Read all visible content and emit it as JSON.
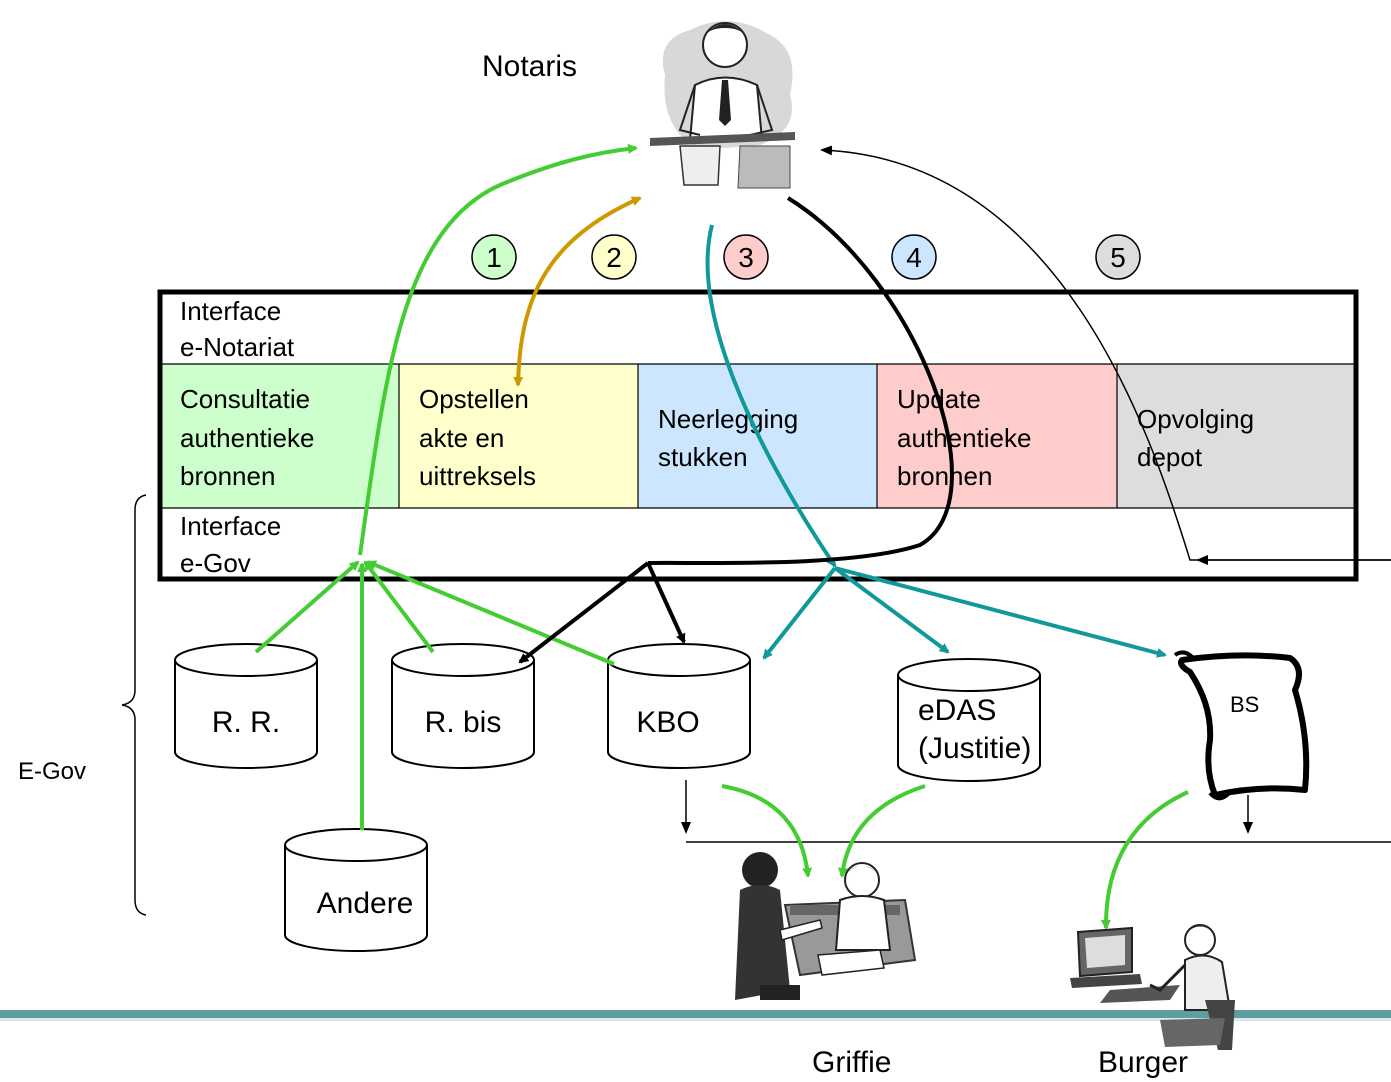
{
  "notary": {
    "label": "Notaris"
  },
  "steps": [
    {
      "num": "1",
      "fill": "#ccffcc"
    },
    {
      "num": "2",
      "fill": "#ffffcc"
    },
    {
      "num": "3",
      "fill": "#ffcccc"
    },
    {
      "num": "4",
      "fill": "#cce6ff"
    },
    {
      "num": "5",
      "fill": "#dddddd"
    }
  ],
  "interface_notariat": {
    "line1": "Interface",
    "line2": "e-Notariat"
  },
  "interface_egov": {
    "line1": "Interface",
    "line2": "e-Gov"
  },
  "modules": [
    {
      "lines": [
        "Consultatie",
        "authentieke",
        "bronnen"
      ],
      "fill": "#ccffcc"
    },
    {
      "lines": [
        "Opstellen",
        "akte en",
        "uittreksels"
      ],
      "fill": "#ffffcc"
    },
    {
      "lines": [
        "Neerlegging",
        "stukken"
      ],
      "fill": "#cce6ff"
    },
    {
      "lines": [
        "Update",
        "authentieke",
        "bronnen"
      ],
      "fill": "#ffcccc"
    },
    {
      "lines": [
        "Opvolging",
        "depot"
      ],
      "fill": "#dddddd"
    }
  ],
  "databases": {
    "rr": "R. R.",
    "rbis": "R. bis",
    "kbo": "KBO",
    "edas_line1": "eDAS",
    "edas_line2": "(Justitie)",
    "andere": "Andere"
  },
  "bs": {
    "label": "BS"
  },
  "egov": {
    "label": "E-Gov"
  },
  "griffie": {
    "label": "Griffie"
  },
  "burger": {
    "label": "Burger"
  },
  "colors": {
    "green": "#44cc33",
    "gold": "#cc9900",
    "teal": "#119999",
    "black": "#000000",
    "bottom_bar": "#5f9ea0"
  }
}
